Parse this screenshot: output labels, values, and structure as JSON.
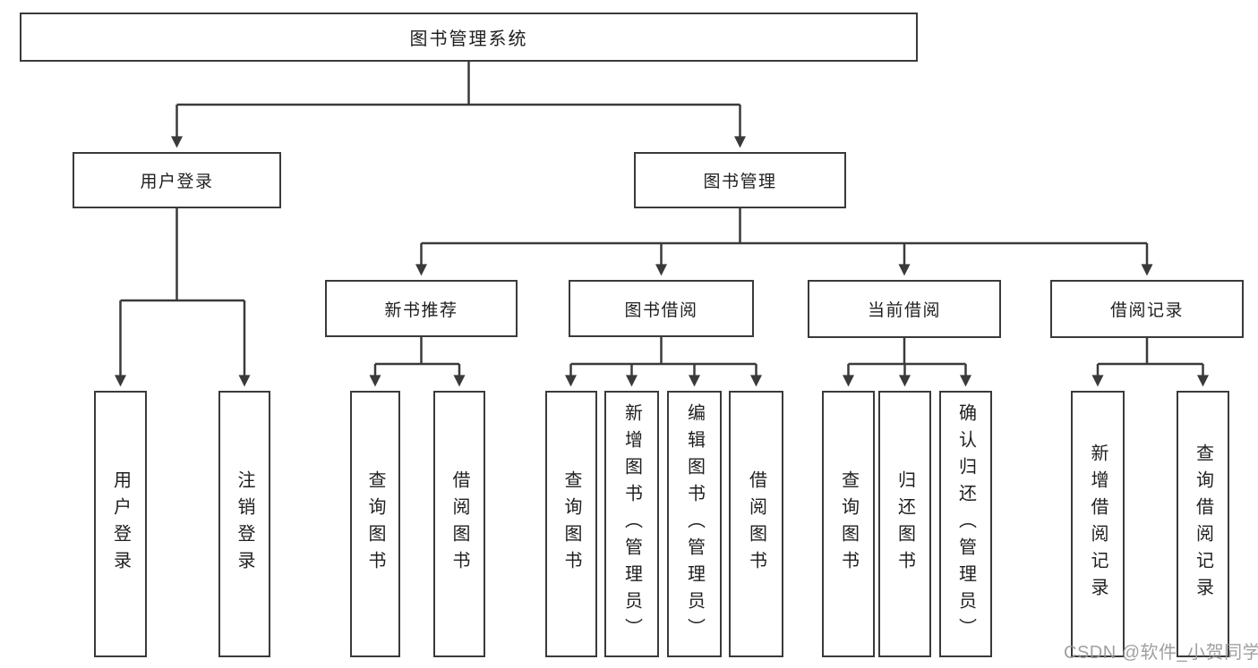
{
  "diagram_type": "hierarchy-tree",
  "colors": {
    "line": "#3a3a3a",
    "text": "#1f1f1f",
    "box_background": "#ffffff",
    "page_background": "#ffffff",
    "watermark": "#989898"
  },
  "watermark": "CSDN @软件_小贺同学",
  "tree": {
    "label": "图书管理系统",
    "children": [
      {
        "label": "用户登录",
        "children": [
          {
            "label": "用户登录"
          },
          {
            "label": "注销登录"
          }
        ]
      },
      {
        "label": "图书管理",
        "children": [
          {
            "label": "新书推荐",
            "children": [
              {
                "label": "查询图书"
              },
              {
                "label": "借阅图书"
              }
            ]
          },
          {
            "label": "图书借阅",
            "children": [
              {
                "label": "查询图书"
              },
              {
                "label": "新增图书（管理员）"
              },
              {
                "label": "编辑图书（管理员）"
              },
              {
                "label": "借阅图书"
              }
            ]
          },
          {
            "label": "当前借阅",
            "children": [
              {
                "label": "查询图书"
              },
              {
                "label": "归还图书"
              },
              {
                "label": "确认归还（管理员）"
              }
            ]
          },
          {
            "label": "借阅记录",
            "children": [
              {
                "label": "新增借阅记录"
              },
              {
                "label": "查询借阅记录"
              }
            ]
          }
        ]
      }
    ]
  }
}
